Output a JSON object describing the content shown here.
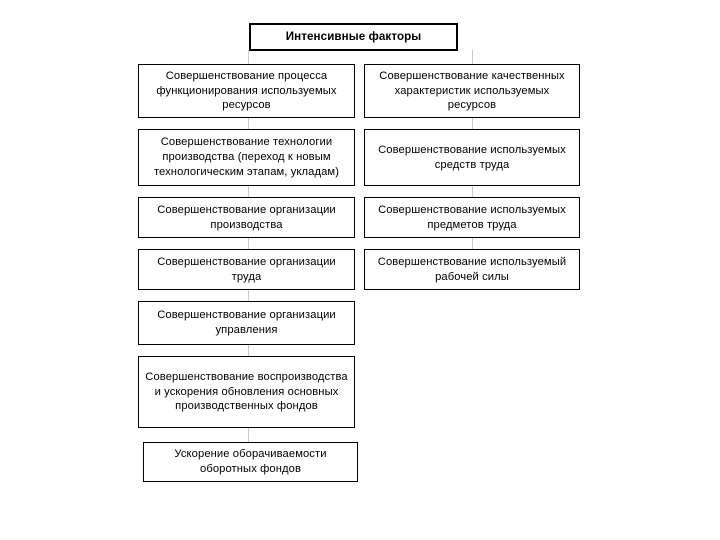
{
  "diagram": {
    "title_node": {
      "label": "Интенсивные факторы"
    },
    "left_column": [
      {
        "label": "Совершенствование процесса функционирования используемых ресурсов"
      },
      {
        "label": "Совершенствование технологии производства (переход к новым технологическим этапам, укладам)"
      },
      {
        "label": "Совершенствование организации производства"
      },
      {
        "label": "Совершенствование организации труда"
      },
      {
        "label": "Совершенствование организации управления"
      },
      {
        "label": "Совершенствование воспроизводства и ускорения обновления основных производственных фондов"
      },
      {
        "label": "Ускорение оборачиваемости оборотных фондов"
      }
    ],
    "right_column": [
      {
        "label": "Совершенствование качественных характеристик используемых ресурсов"
      },
      {
        "label": "Совершенствование используемых средств труда"
      },
      {
        "label": "Совершенствование используемых предметов труда"
      },
      {
        "label": "Совершенствование используемый рабочей силы"
      }
    ],
    "colors": {
      "background": "#ffffff",
      "box_border": "#000000",
      "box_fill": "#ffffff",
      "text": "#000000",
      "connector": "#c9c9c9"
    }
  }
}
